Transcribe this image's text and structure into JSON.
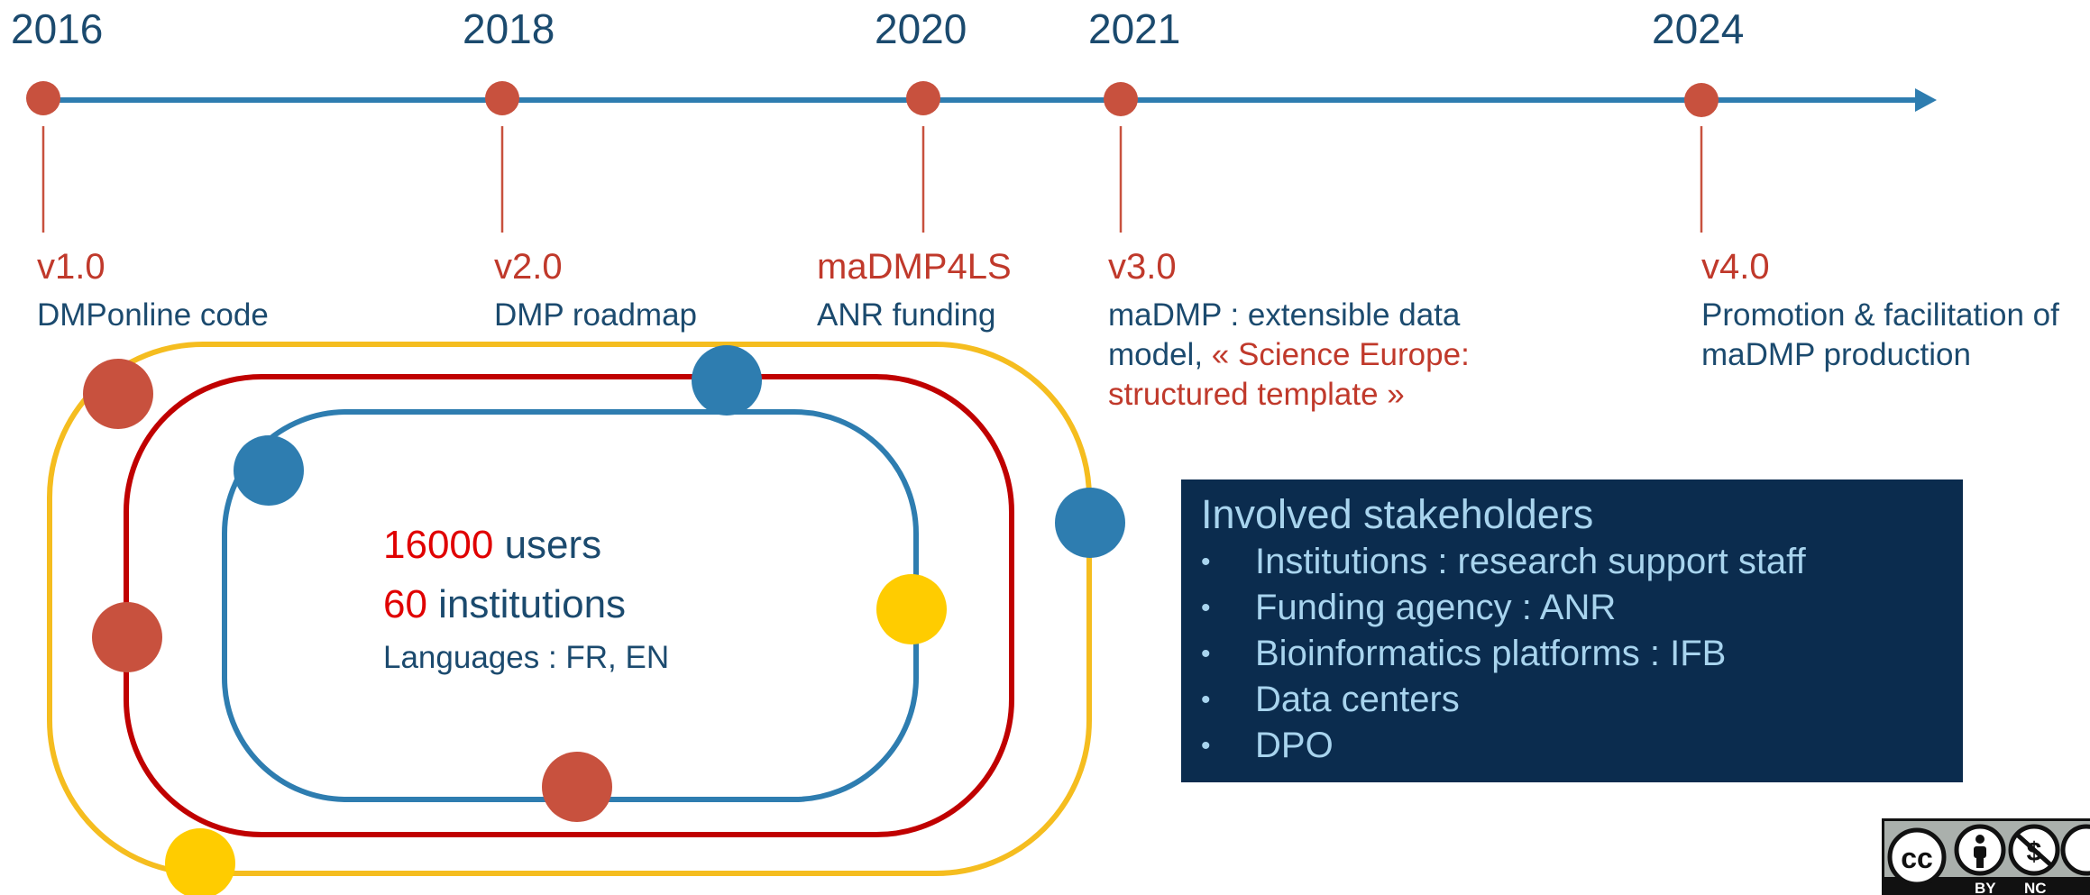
{
  "timeline": {
    "milestones": [
      {
        "year": "2016",
        "version": "v1.0",
        "desc_lines": [
          "DMPonline code"
        ]
      },
      {
        "year": "2018",
        "version": "v2.0",
        "desc_lines": [
          "DMP roadmap"
        ]
      },
      {
        "year": "2020",
        "version": "maDMP4LS",
        "desc_lines": [
          "ANR funding"
        ]
      },
      {
        "year": "2021",
        "version": "v3.0",
        "desc_lines": [
          "maDMP : extensible data",
          "model, ",
          "« Science Europe:",
          "structured template »"
        ]
      },
      {
        "year": "2024",
        "version": "v4.0",
        "desc_lines": [
          "Promotion & facilitation of",
          "maDMP production"
        ]
      }
    ]
  },
  "stats": {
    "users_count": "16000",
    "users_label": " users",
    "institutions_count": "60",
    "institutions_label": " institutions",
    "languages": "Languages : FR, EN"
  },
  "stakeholders": {
    "title": "Involved stakeholders",
    "items": [
      "Institutions : research support staff",
      "Funding agency :  ANR",
      "Bioinformatics platforms : IFB",
      "Data centers",
      "DPO"
    ]
  },
  "license": {
    "badge_text": "cc BY NC",
    "icons": [
      "cc-icon",
      "by-person-icon",
      "noncommercial-icon"
    ]
  },
  "colors": {
    "timeline": "#2e7db0",
    "milestone_dot": "#c8513e",
    "year_text": "#1b4a6e",
    "highlight_red": "#c0392b",
    "stat_number_red": "#e00000",
    "loop_yellow": "#f5bd1f",
    "loop_red": "#c00000",
    "loop_blue": "#2e7db0",
    "dot_yellow": "#ffcc00",
    "stakeholders_bg": "#0b2c4e",
    "stakeholders_text": "#a8d4ee"
  }
}
